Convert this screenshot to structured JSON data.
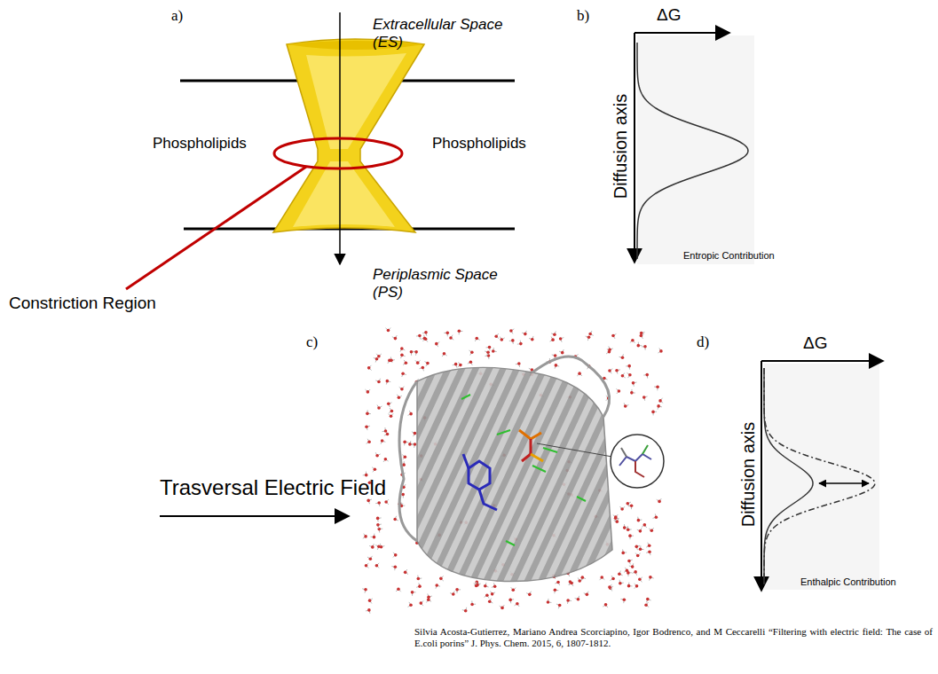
{
  "diagram": {
    "caption": "Silvia Acosta-Gutierrez, Mariano Andrea Scorciapino, Igor Bodrenco, and M Ceccarelli “Filtering with electric field: The case of E.coli porins” J. Phys. Chem. 2015, 6, 1807-1812.",
    "labels": [
      "a)",
      "Extracellular Space (ES)",
      "Phospholipids",
      "Phospholipids",
      "Constriction Region",
      "Periplasmic Space (PS)",
      "b)",
      "ΔG",
      "Diffusion axis",
      "Entropic Contribution",
      "c)",
      "Trasversal Electric Field",
      "d)",
      "ΔG",
      "Diffusion axis",
      "Enthalpic Contribution"
    ]
  }
}
